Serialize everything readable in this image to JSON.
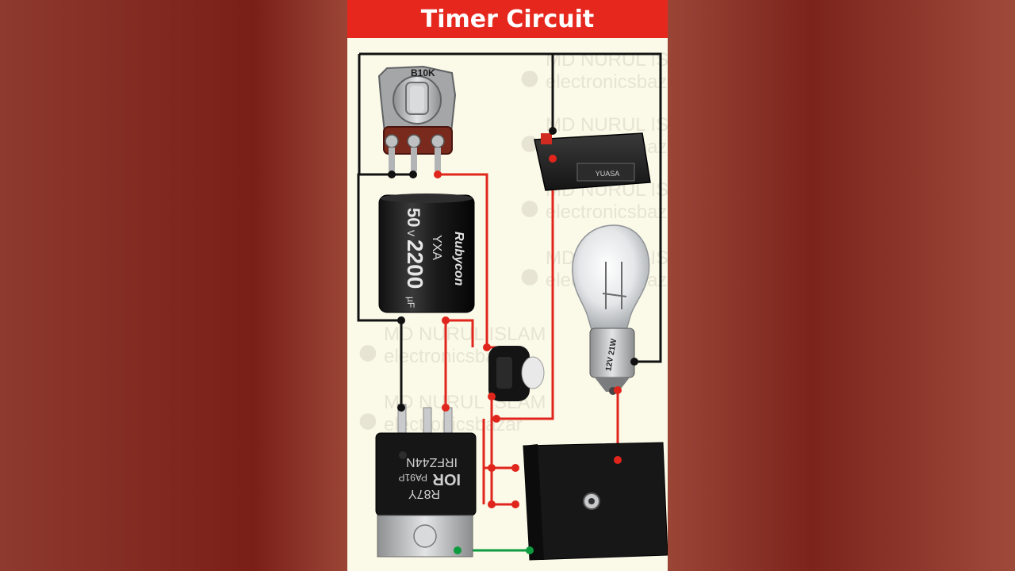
{
  "title": "Timer Circuit",
  "watermark": {
    "name": "MD NURUL ISLAM",
    "site": "electronicsbazar"
  },
  "components": {
    "potentiometer": {
      "label": "B10K"
    },
    "capacitor": {
      "brand": "Rubycon",
      "value": "2200",
      "value_unit": "µF",
      "voltage": "50",
      "voltage_unit": "V",
      "series": "YXA"
    },
    "transistor": {
      "brand": "IOR",
      "part": "IRFZ44N",
      "code": "R87Y",
      "extra": "PA91P"
    },
    "battery": {
      "brand": "YUASA"
    },
    "bulb": {
      "marking": "12V 21W"
    }
  },
  "colors": {
    "title_bg": "#e5271e",
    "wire_black": "#111111",
    "wire_red": "#e0261c",
    "wire_green": "#0e9b3f",
    "panel_bg": "#fbf9e8"
  }
}
